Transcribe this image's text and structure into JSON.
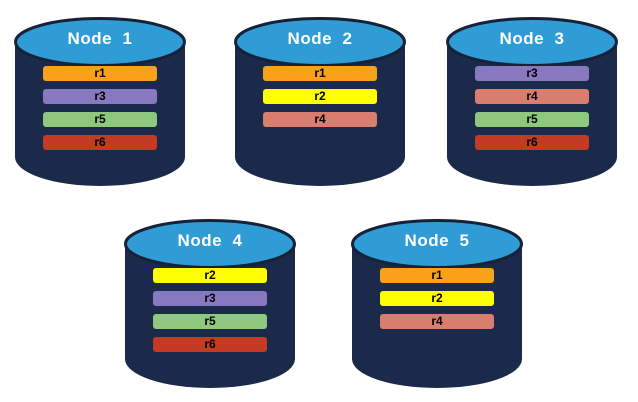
{
  "diagram": {
    "background": "#FFFFFF",
    "cylinder_body_color": "#1B2A4B",
    "cylinder_top_color": "#2F9CD6",
    "cylinder_stroke_color": "#152238",
    "title_color": "#FFFFFF",
    "bar_text_color": "#000000",
    "replica_colors": {
      "r1": "#F9A11B",
      "r2": "#FFFF00",
      "r3": "#8878C0",
      "r4": "#D97E6E",
      "r5": "#8DC87E",
      "r6": "#C23B22"
    },
    "nodes": [
      {
        "label": "Node  1",
        "replicas": [
          "r1",
          "r3",
          "r5",
          "r6"
        ]
      },
      {
        "label": "Node  2",
        "replicas": [
          "r1",
          "r2",
          "r4"
        ]
      },
      {
        "label": "Node  3",
        "replicas": [
          "r3",
          "r4",
          "r5",
          "r6"
        ]
      },
      {
        "label": "Node  4",
        "replicas": [
          "r2",
          "r3",
          "r5",
          "r6"
        ]
      },
      {
        "label": "Node  5",
        "replicas": [
          "r1",
          "r2",
          "r4"
        ]
      }
    ]
  }
}
